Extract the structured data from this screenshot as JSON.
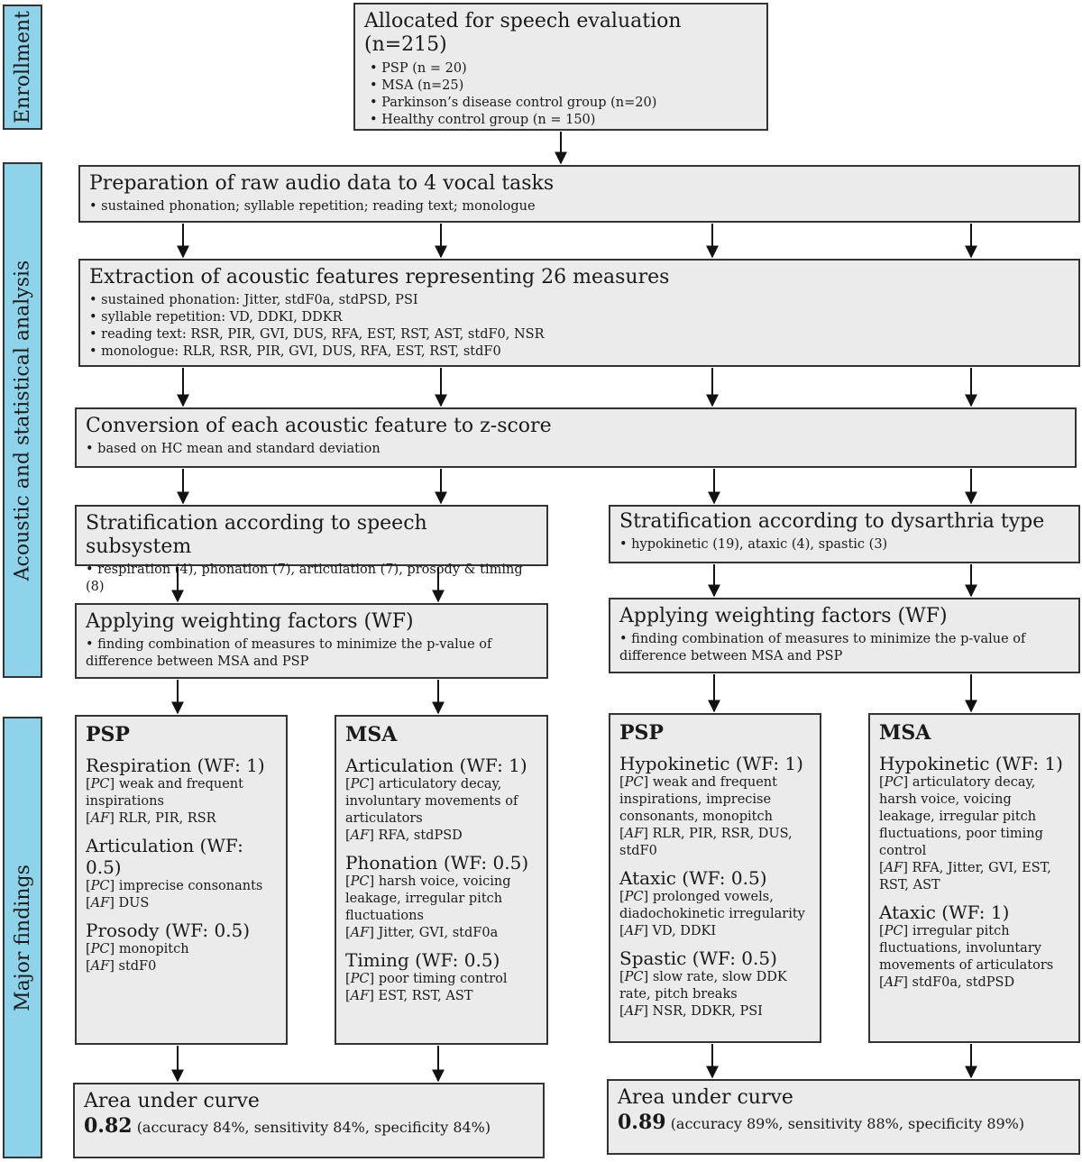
{
  "stages": {
    "enrollment": "Enrollment",
    "analysis": "Acoustic and statistical analysis",
    "findings": "Major findings"
  },
  "allocated": {
    "title": "Allocated for speech evaluation (n=215)",
    "items": [
      "PSP (n = 20)",
      "MSA (n=25)",
      "Parkinson’s disease control group (n=20)",
      "Healthy control group (n = 150)"
    ]
  },
  "preparation": {
    "title": "Preparation of raw audio data to 4 vocal tasks",
    "items": [
      "sustained phonation; syllable repetition; reading text; monologue"
    ]
  },
  "extraction": {
    "title": "Extraction of acoustic features representing 26 measures",
    "items": [
      "sustained phonation: Jitter, stdF0a, stdPSD, PSI",
      "syllable repetition: VD, DDKI, DDKR",
      "reading text: RSR, PIR, GVI, DUS, RFA, EST, RST, AST, stdF0, NSR",
      "monologue: RLR, RSR, PIR, GVI, DUS, RFA, EST, RST, stdF0"
    ]
  },
  "conversion": {
    "title": "Conversion of each acoustic feature to z-score",
    "items": [
      "based on HC mean and standard deviation"
    ]
  },
  "strat_subsystem": {
    "title": "Stratification according to speech subsystem",
    "items": [
      "respiration (4), phonation (7), articulation (7), prosody & timing (8)"
    ]
  },
  "strat_dysarthria": {
    "title": "Stratification according to dysarthria type",
    "items": [
      "hypokinetic (19), ataxic (4), spastic (3)"
    ]
  },
  "weighting_left": {
    "title": "Applying weighting factors (WF)",
    "items": [
      "finding combination of measures to minimize the p-value of difference between MSA and PSP"
    ]
  },
  "weighting_right": {
    "title": "Applying weighting factors (WF)",
    "items": [
      "finding combination of measures to minimize the p-value of difference between MSA and PSP"
    ]
  },
  "psp_left": {
    "title": "PSP",
    "sections": [
      {
        "head": "Respiration (WF: 1)",
        "pc": "weak and frequent inspirations",
        "af": "RLR, PIR, RSR"
      },
      {
        "head": "Articulation (WF: 0.5)",
        "pc": "imprecise consonants",
        "af": "DUS"
      },
      {
        "head": "Prosody (WF: 0.5)",
        "pc": "monopitch",
        "af": "stdF0"
      }
    ]
  },
  "msa_left": {
    "title": "MSA",
    "sections": [
      {
        "head": "Articulation (WF: 1)",
        "pc": "articulatory decay, involuntary movements of articulators",
        "af": "RFA, stdPSD"
      },
      {
        "head": "Phonation (WF: 0.5)",
        "pc": "harsh voice, voicing leakage, irregular pitch fluctuations",
        "af": "Jitter, GVI, stdF0a"
      },
      {
        "head": "Timing (WF: 0.5)",
        "pc": "poor timing control",
        "af": "EST, RST, AST"
      }
    ]
  },
  "psp_right": {
    "title": "PSP",
    "sections": [
      {
        "head": "Hypokinetic (WF: 1)",
        "pc": "weak and frequent inspirations, imprecise consonants, monopitch",
        "af": "RLR, PIR, RSR, DUS, stdF0"
      },
      {
        "head": "Ataxic (WF: 0.5)",
        "pc": "prolonged vowels, diadochokinetic irregularity",
        "af": "VD, DDKI"
      },
      {
        "head": "Spastic (WF: 0.5)",
        "pc": "slow rate, slow DDK rate, pitch breaks",
        "af": "NSR, DDKR, PSI"
      }
    ]
  },
  "msa_right": {
    "title": "MSA",
    "sections": [
      {
        "head": "Hypokinetic (WF: 1)",
        "pc": "articulatory decay, harsh voice, voicing leakage, irregular pitch fluctuations, poor timing control",
        "af": "RFA, Jitter, GVI, EST, RST, AST"
      },
      {
        "head": "Ataxic (WF: 1)",
        "pc": "irregular pitch fluctuations, involuntary movements of articulators",
        "af": "stdF0a, stdPSD"
      }
    ]
  },
  "tags": {
    "pc": "PC",
    "af": "AF"
  },
  "auc_left": {
    "title": "Area under curve",
    "value": "0.82",
    "detail": "(accuracy 84%, sensitivity 84%, specificity 84%)"
  },
  "auc_right": {
    "title": "Area under curve",
    "value": "0.89",
    "detail": "(accuracy 89%, sensitivity 88%, specificity 89%)"
  },
  "colors": {
    "stage_band": "#8fd3ea",
    "box_fill": "#ebebeb",
    "border": "#333333"
  }
}
